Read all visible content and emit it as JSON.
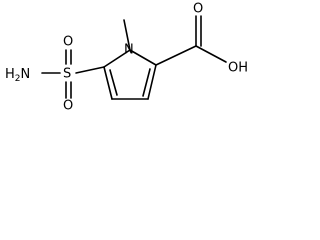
{
  "structure": {
    "atoms": {
      "ring_nitrogen": "N",
      "sulfur": "S",
      "sulfonyl_oxygen_top": "O",
      "sulfonyl_oxygen_bottom": "O",
      "sulfonamide_group": "H2N",
      "carbonyl_oxygen": "O",
      "hydroxyl_group": "OH"
    }
  },
  "colors": {
    "bond": "#000000",
    "label": "#000000",
    "background": "#ffffff"
  }
}
